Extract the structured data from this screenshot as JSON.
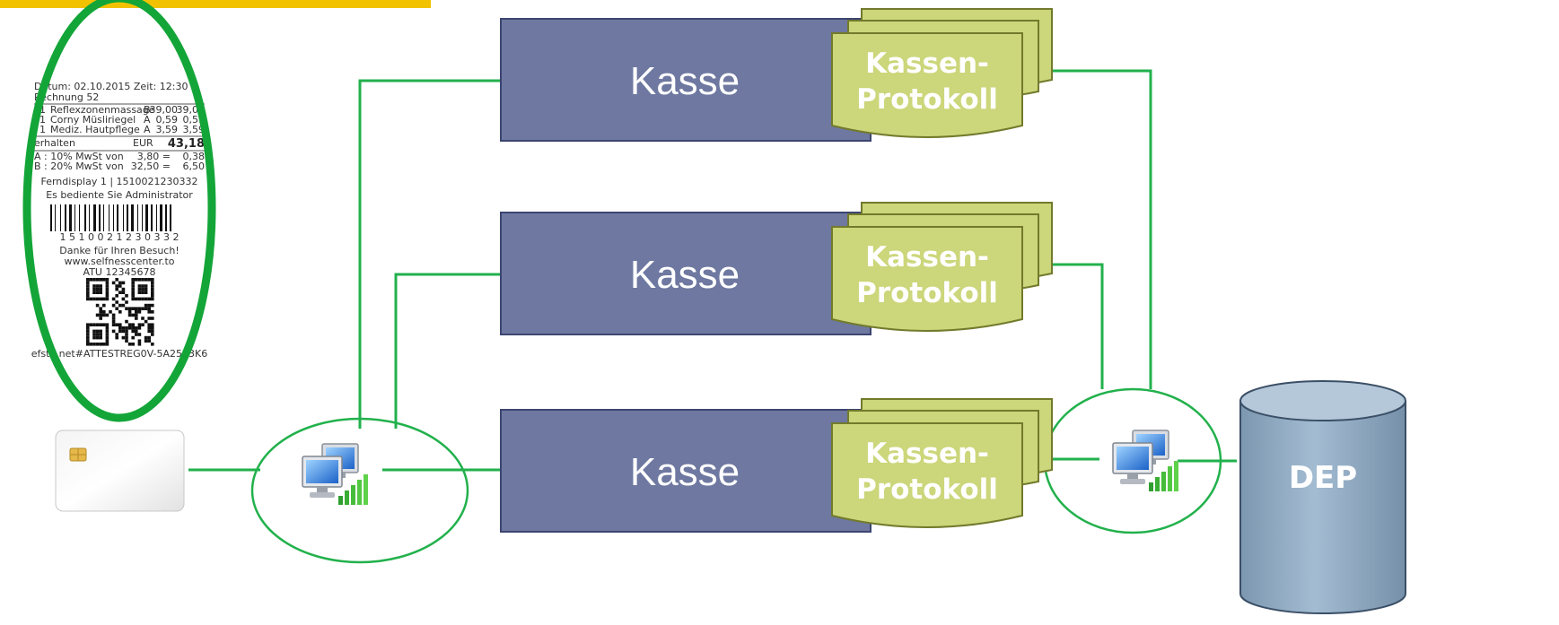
{
  "kasse": [
    {
      "label": "Kasse",
      "protocol_line1": "Kassen-",
      "protocol_line2": "Protokoll"
    },
    {
      "label": "Kasse",
      "protocol_line1": "Kassen-",
      "protocol_line2": "Protokoll"
    },
    {
      "label": "Kasse",
      "protocol_line1": "Kassen-",
      "protocol_line2": "Protokoll"
    }
  ],
  "dep": {
    "label": "DEP"
  },
  "receipt": {
    "header1": "Datum: 02.10.2015   Zeit: 12:30",
    "header2": "Rechnung 52",
    "items": [
      {
        "qty": "1",
        "name": "Reflexzonenmassage",
        "tax": "B",
        "price": "39,00",
        "total": "39,00"
      },
      {
        "qty": "1",
        "name": "Corny Müsliriegel",
        "tax": "A",
        "price": "0,59",
        "total": "0,59"
      },
      {
        "qty": "1",
        "name": "Mediz. Hautpflege",
        "tax": "A",
        "price": "3,59",
        "total": "3,59"
      }
    ],
    "received_label": "erhalten",
    "currency": "EUR",
    "received_total": "43,18",
    "vat": [
      {
        "label": "A : 10% MwSt von",
        "base": "3,80 =",
        "amount": "0,38"
      },
      {
        "label": "B : 20% MwSt von",
        "base": "32,50 =",
        "amount": "6,50"
      }
    ],
    "display_line": "Ferndisplay 1 | 1510021230332",
    "served_by": "Es bediente Sie Administrator",
    "barcode_digits": "1 5 1 0 0 2 1 2 3 0 3 3 2",
    "thanks": "Danke für Ihren Besuch!",
    "website": "www.selfnesscenter.to",
    "atu": "ATU 12345678",
    "footer": "efsta.net#ATTESTREG0V-5A2543K6"
  },
  "colors": {
    "kasse_fill": "#6e78a0",
    "protocol_fill": "#ccd67a",
    "dep_fill": "#8faac0",
    "connector": "#22b14c",
    "highlight_ellipse": "#13a538",
    "top_bar": "#f2c200"
  },
  "icons": [
    "sim-card-icon",
    "network-computer-icon",
    "network-computer-icon",
    "database-icon",
    "barcode-icon",
    "qr-code-icon"
  ]
}
